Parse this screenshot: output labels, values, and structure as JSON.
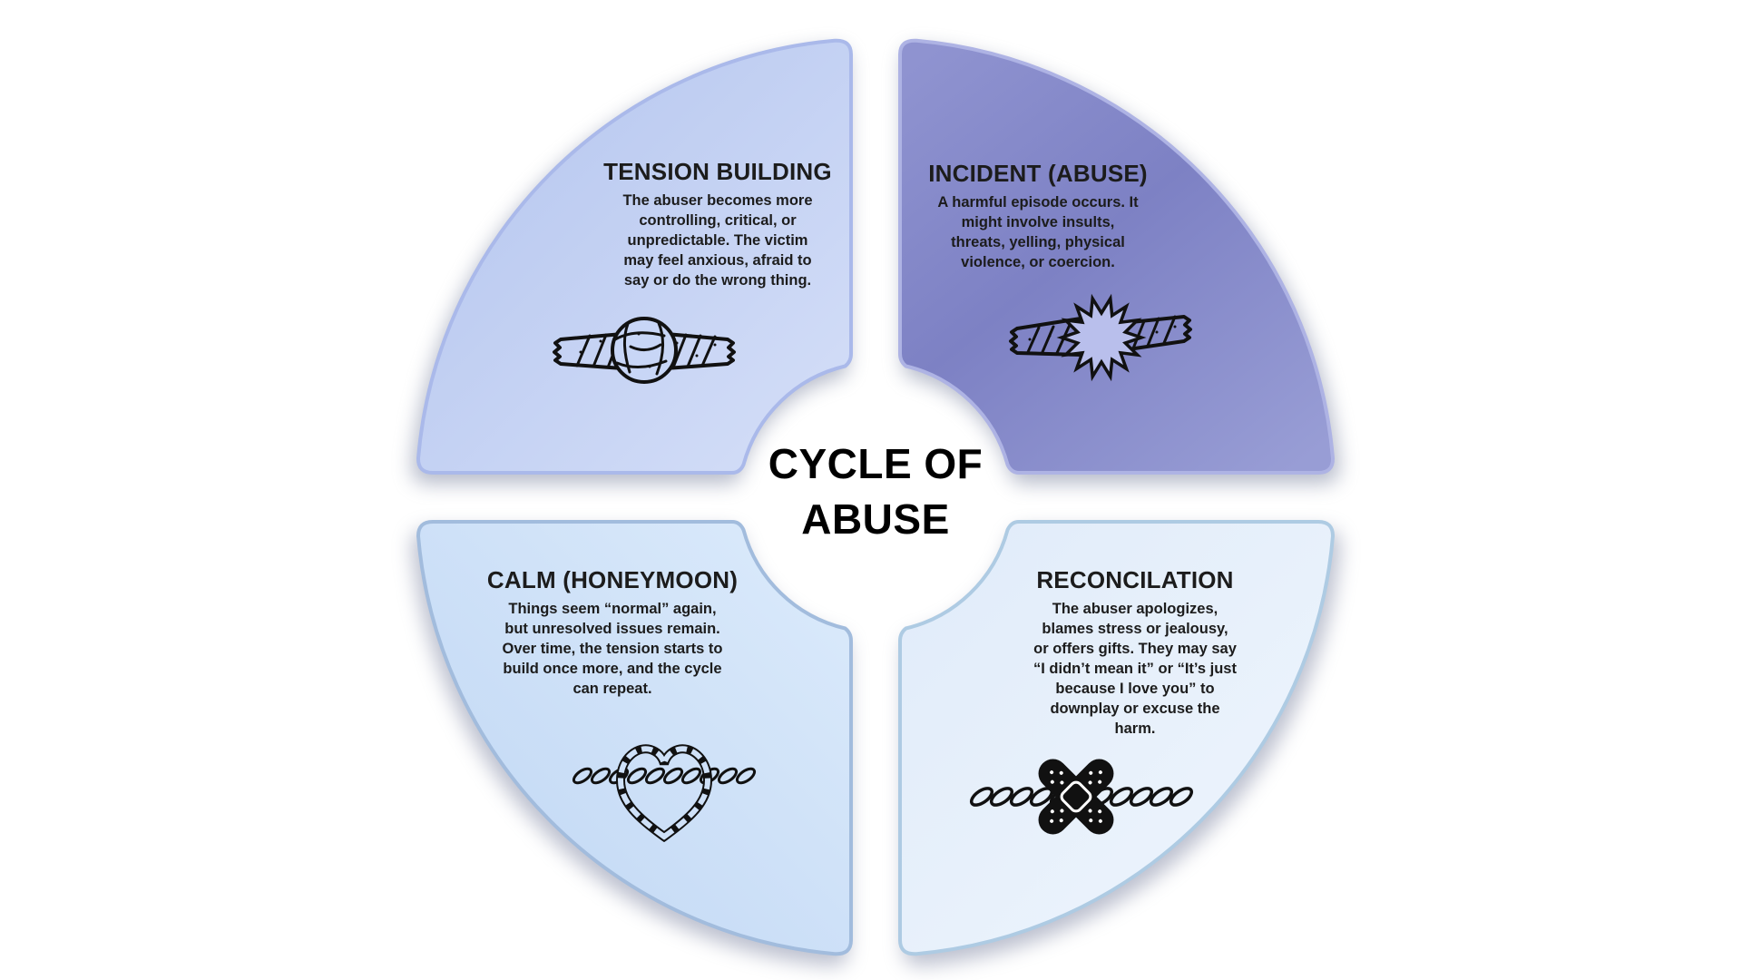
{
  "title": "CYCLE OF\nABUSE",
  "quadrants": {
    "tension": {
      "position": "top-left",
      "title": "TENSION BUILDING",
      "body": "The abuser becomes more\ncontrolling, critical, or\nunpredictable. The victim\nmay feel anxious, afraid to\nsay or do the wrong thing.",
      "icon": "knotted-rope-icon",
      "fill_start": "#b3c4ee",
      "fill_end": "#d5dff8",
      "border": "#aab9ea",
      "knot_fill": "#c8d6f6"
    },
    "incident": {
      "position": "top-right",
      "title": "INCIDENT (ABUSE)",
      "body": "A harmful episode occurs. It\nmight involve insults,\nthreats, yelling, physical\nviolence, or coercion.",
      "icon": "snapped-rope-burst-icon",
      "fill_start": "#8f93d0",
      "fill_mid": "#7d81c4",
      "fill_end": "#989dd5",
      "border": "#aeb3e4",
      "burst_fill": "#b9bfec"
    },
    "calm": {
      "position": "bottom-left",
      "title": "CALM (HONEYMOON)",
      "body": "Things seem “normal” again,\nbut unresolved issues remain.\nOver time, the tension starts to\nbuild once more, and the cycle\ncan repeat.",
      "icon": "heart-rope-icon",
      "fill_start": "#bfd6f4",
      "fill_end": "#dcebfb",
      "border": "#a2bcdd",
      "rope_gap_fill": "#cfe1f8"
    },
    "reconcilation": {
      "position": "bottom-right",
      "title": "RECONCILATION",
      "body": "The abuser apologizes,\nblames stress or jealousy,\nor offers gifts. They may say\n“I didn’t mean it” or “It’s just\nbecause I love you” to\ndownplay or excuse the\nharm.",
      "icon": "bandaged-rope-icon",
      "fill_start": "#e0ebf9",
      "fill_end": "#eff6fd",
      "border": "#aecbe3"
    }
  }
}
